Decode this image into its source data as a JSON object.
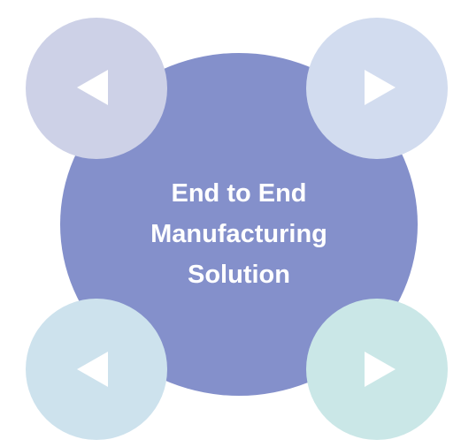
{
  "center": {
    "lines": [
      "End to End",
      "Manufacturing",
      "Solution"
    ],
    "color": "#8490cb"
  },
  "nodes": [
    {
      "id": "top-left",
      "icon": "play-left-icon",
      "color": "#cdd1e7"
    },
    {
      "id": "top-right",
      "icon": "play-right-icon",
      "color": "#d2dcef"
    },
    {
      "id": "bottom-left",
      "icon": "play-left-icon",
      "color": "#cde2ed"
    },
    {
      "id": "bottom-right",
      "icon": "play-right-icon",
      "color": "#cae7e7"
    }
  ]
}
